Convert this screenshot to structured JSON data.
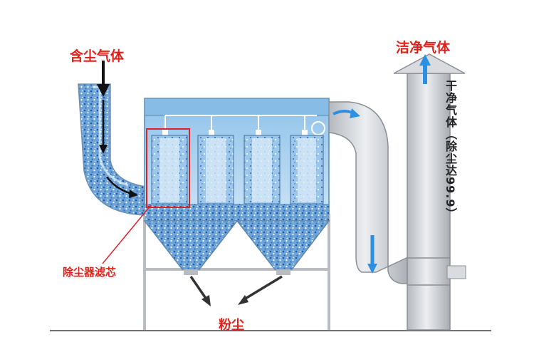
{
  "labels": {
    "dusty_gas": "含尘气体",
    "clean_gas": "洁净气体",
    "dry_clean_gas": "干净气体（除尘达99.9）",
    "filter_cartridge": "除尘器滤芯",
    "dust": "粉尘"
  },
  "colors": {
    "label_red": "#e0201b",
    "housing_blue": "#a9d2ee",
    "particle_blue": "#2f6fb8",
    "duct_gray": "#c9ccd1",
    "arrow_blue": "#2c8fe0",
    "highlight_box": "#d7262b"
  },
  "icons": {
    "flow_arrow": "arrow-icon",
    "fan": "fan-icon"
  }
}
